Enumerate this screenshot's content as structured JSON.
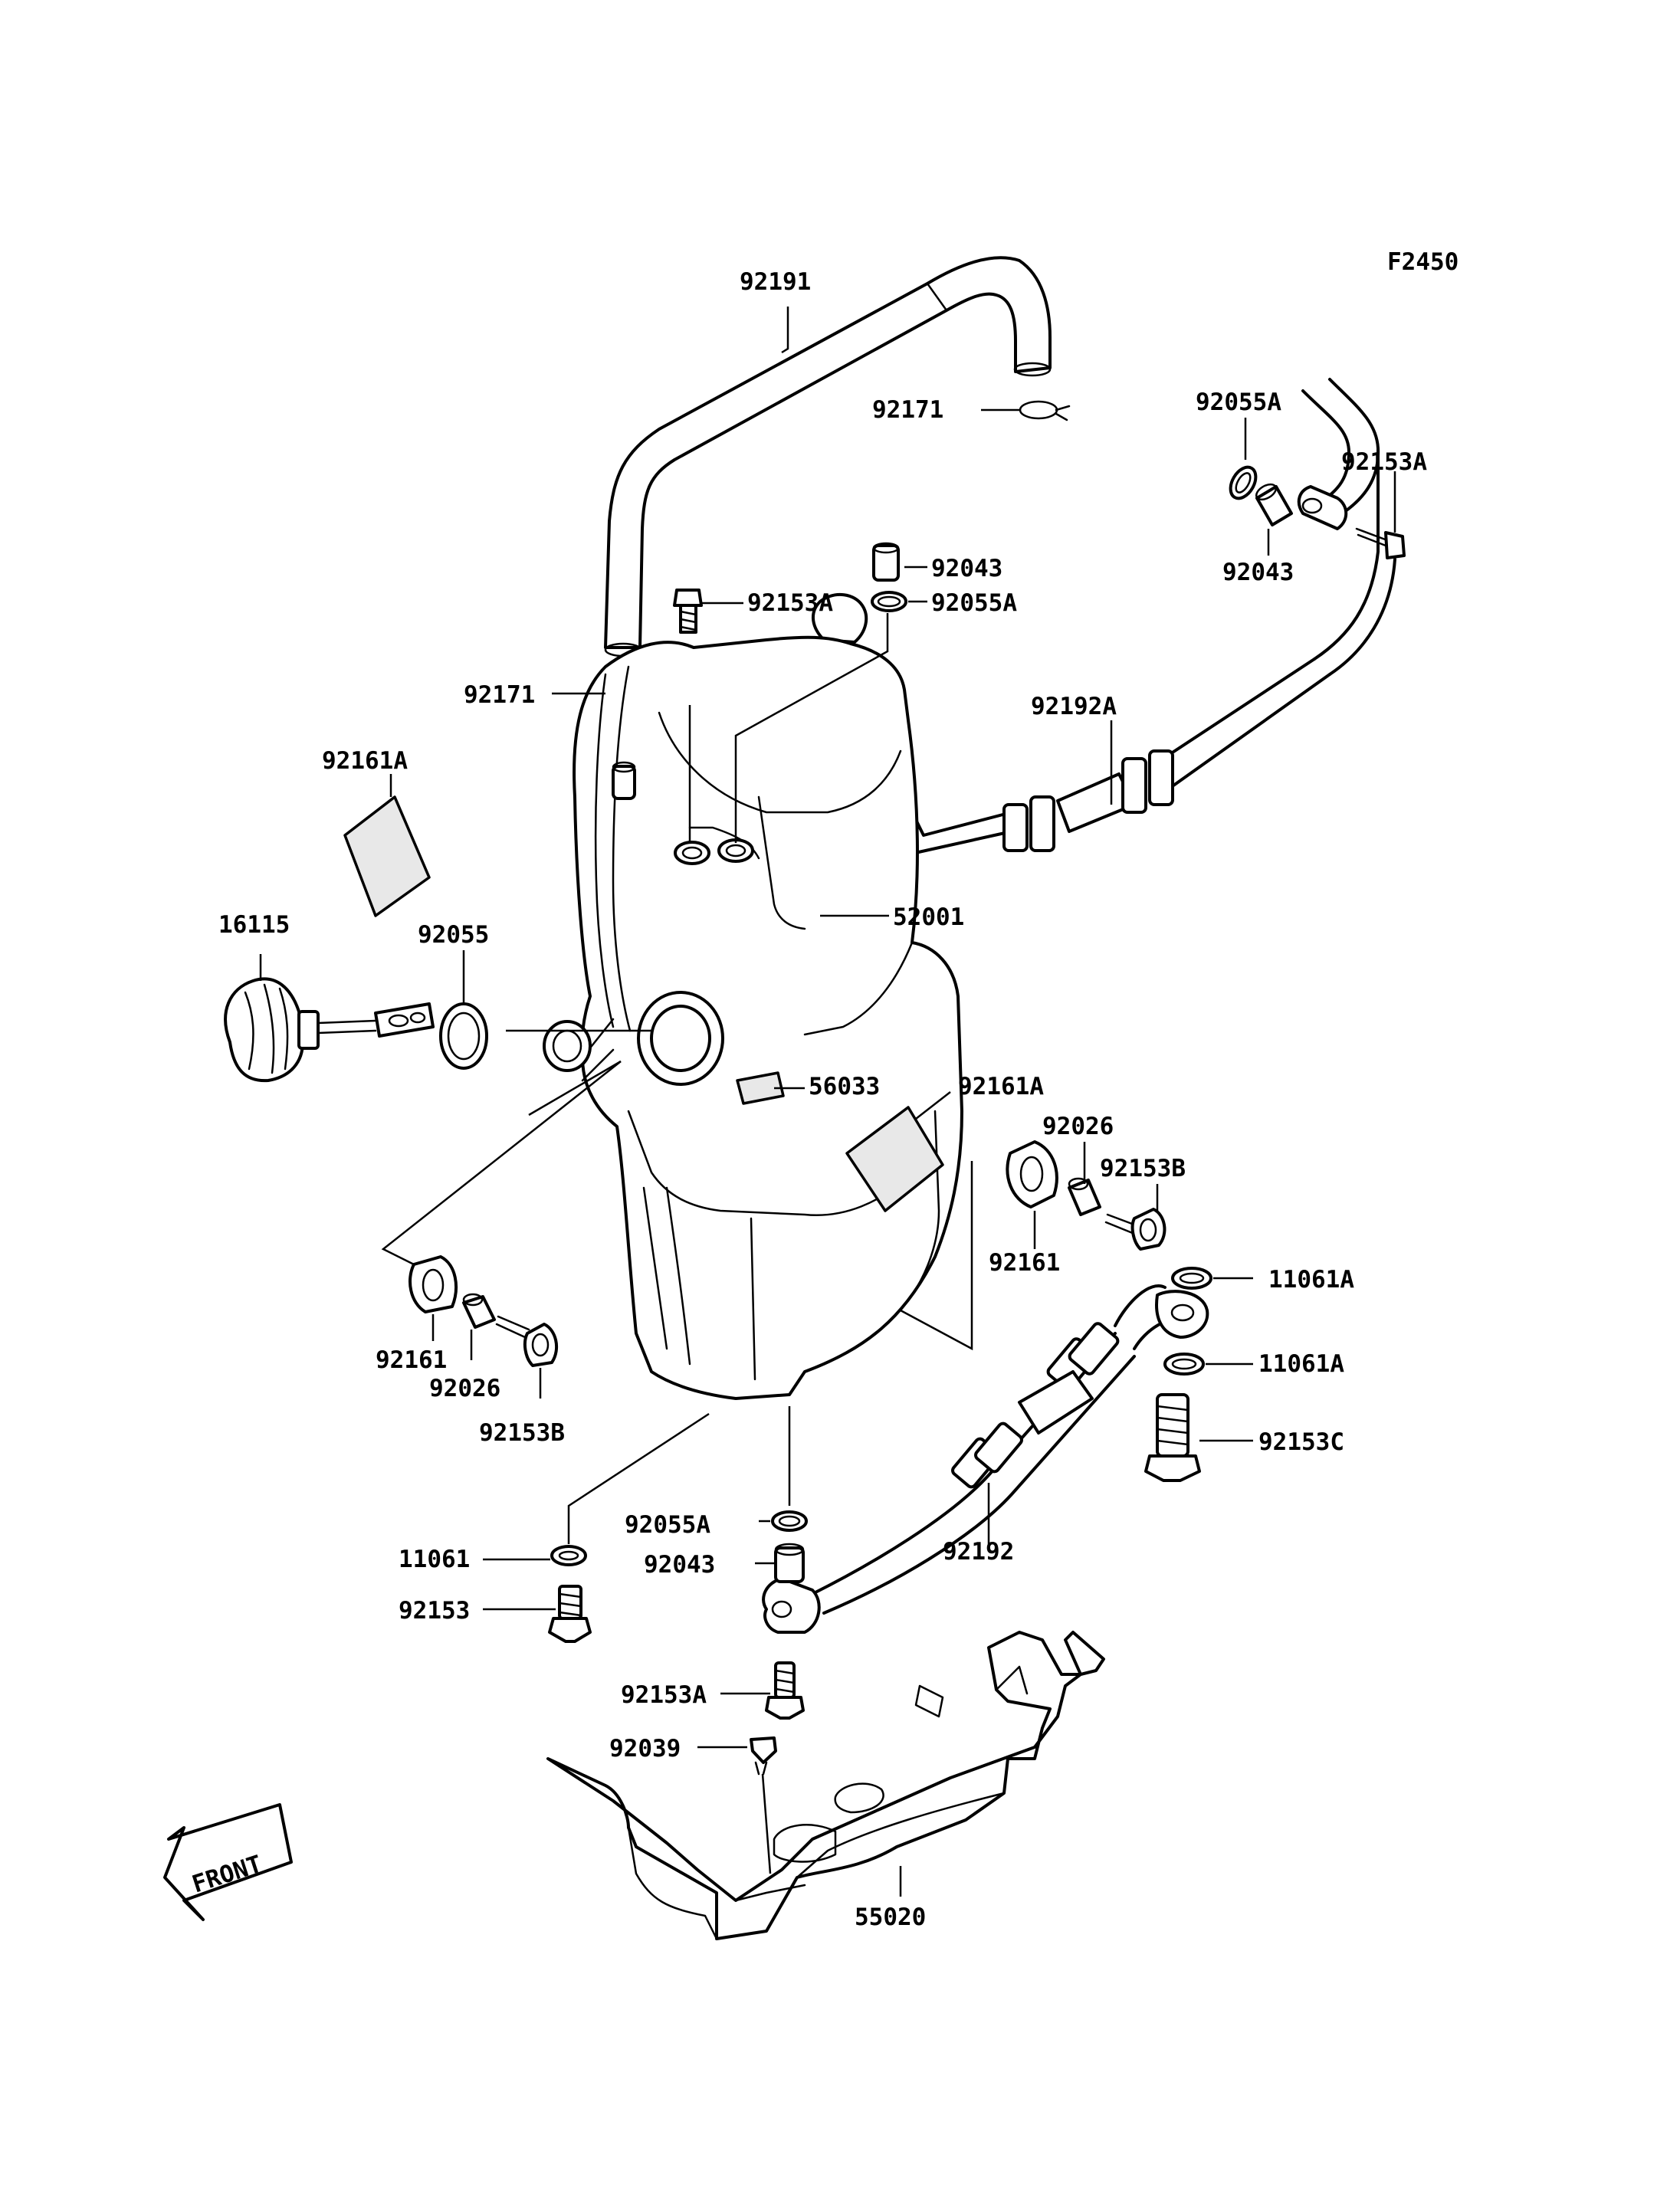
{
  "diagram": {
    "figure_code": "F2450",
    "front_label": "FRONT",
    "parts": [
      {
        "id": "p1",
        "number": "92191"
      },
      {
        "id": "p2",
        "number": "92171"
      },
      {
        "id": "p3",
        "number": "92055A"
      },
      {
        "id": "p4",
        "number": "92153A"
      },
      {
        "id": "p5",
        "number": "92043"
      },
      {
        "id": "p6",
        "number": "92043"
      },
      {
        "id": "p7",
        "number": "92153A"
      },
      {
        "id": "p8",
        "number": "92055A"
      },
      {
        "id": "p9",
        "number": "92171"
      },
      {
        "id": "p10",
        "number": "92192A"
      },
      {
        "id": "p11",
        "number": "92161A"
      },
      {
        "id": "p12",
        "number": "52001"
      },
      {
        "id": "p13",
        "number": "16115"
      },
      {
        "id": "p14",
        "number": "92055"
      },
      {
        "id": "p15",
        "number": "56033"
      },
      {
        "id": "p16",
        "number": "92161A"
      },
      {
        "id": "p17",
        "number": "92026"
      },
      {
        "id": "p18",
        "number": "92153B"
      },
      {
        "id": "p19",
        "number": "92161"
      },
      {
        "id": "p20",
        "number": "11061A"
      },
      {
        "id": "p21",
        "number": "11061A"
      },
      {
        "id": "p22",
        "number": "92161"
      },
      {
        "id": "p23",
        "number": "92026"
      },
      {
        "id": "p24",
        "number": "92153B"
      },
      {
        "id": "p25",
        "number": "92153C"
      },
      {
        "id": "p26",
        "number": "92055A"
      },
      {
        "id": "p27",
        "number": "11061"
      },
      {
        "id": "p28",
        "number": "92043"
      },
      {
        "id": "p29",
        "number": "92192"
      },
      {
        "id": "p30",
        "number": "92153"
      },
      {
        "id": "p31",
        "number": "92153A"
      },
      {
        "id": "p32",
        "number": "92039"
      },
      {
        "id": "p33",
        "number": "55020"
      }
    ]
  }
}
